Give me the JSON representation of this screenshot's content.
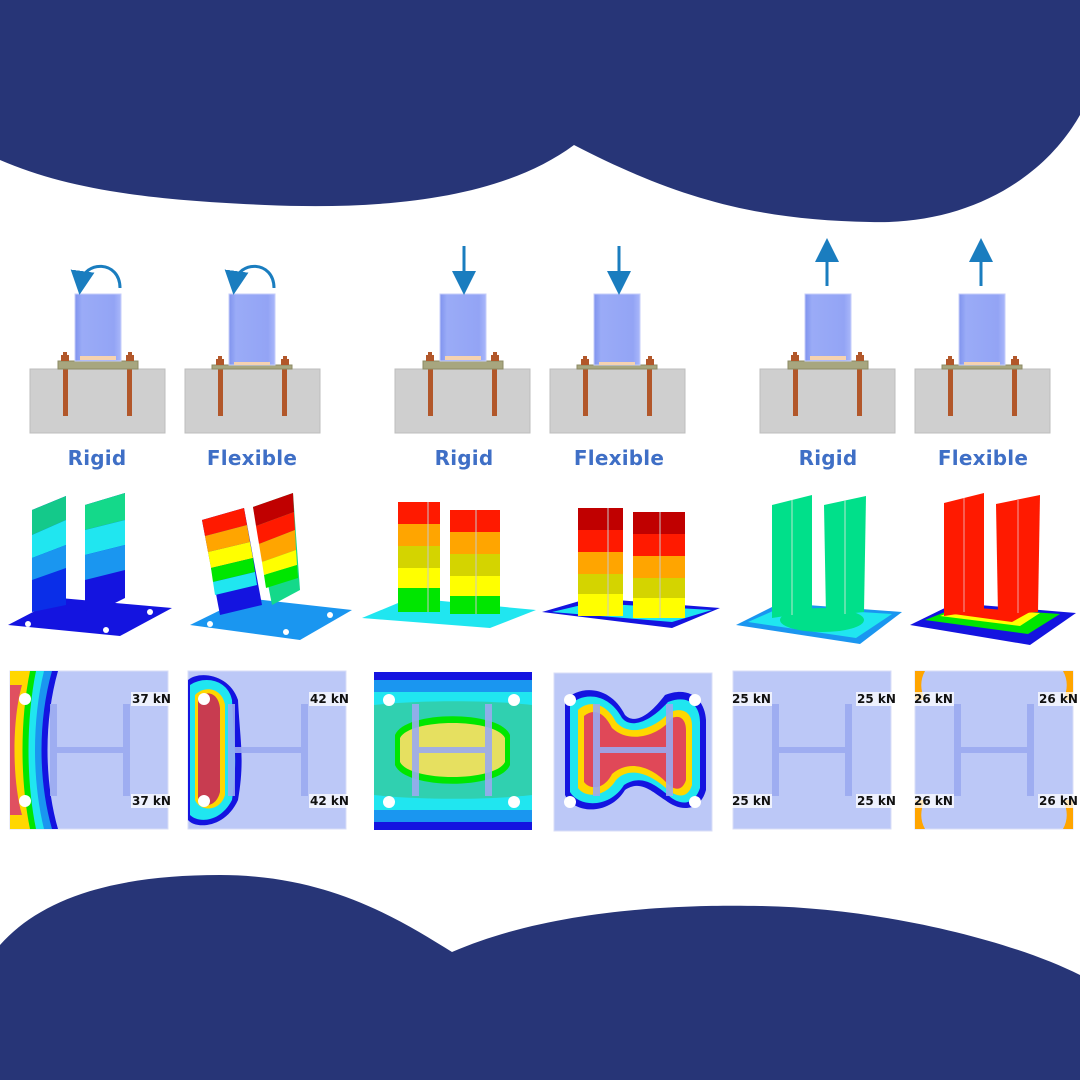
{
  "colors": {
    "navy": "#273577",
    "label_blue": "#3f6fc6",
    "column_blue": "#8fa2f5",
    "concrete": "#cfcfcf",
    "plate": "#a7a67f",
    "anchor": "#b2572a",
    "arrow": "#1a7dbf",
    "plan_bg": "#bcc8f7"
  },
  "load_cases": [
    {
      "name": "moment",
      "arrow": "curved-arrow-icon"
    },
    {
      "name": "compression",
      "arrow": "arrow-down-icon"
    },
    {
      "name": "tension",
      "arrow": "arrow-up-icon"
    }
  ],
  "labels": [
    "Rigid",
    "Flexible",
    "Rigid",
    "Flexible",
    "Rigid",
    "Flexible"
  ],
  "anchor_forces": [
    {
      "tr": "37 kN",
      "br": "37 kN"
    },
    {
      "tr": "42 kN",
      "br": "42 kN"
    },
    {},
    {},
    {
      "tl": "25 kN",
      "tr": "25 kN",
      "bl": "25 kN",
      "br": "25 kN"
    },
    {
      "tl": "26 kN",
      "tr": "26 kN",
      "bl": "26 kN",
      "br": "26 kN"
    }
  ]
}
